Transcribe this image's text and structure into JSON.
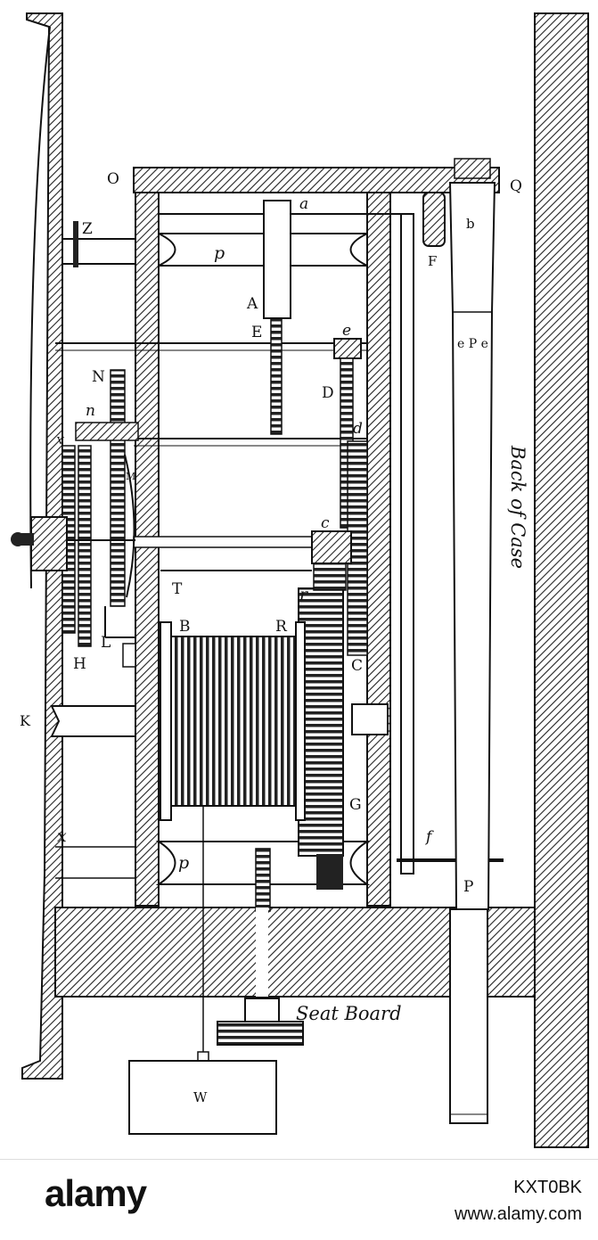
{
  "labels": {
    "O": "O",
    "Q": "Q",
    "a": "a",
    "Z": "Z",
    "p_top": "p",
    "A": "A",
    "E": "E",
    "e": "e",
    "D": "D",
    "F": "F",
    "b": "b",
    "ePe": "e P e",
    "N": "N",
    "n": "n",
    "d": "d",
    "V": "V",
    "M": "M",
    "c": "c",
    "T": "T",
    "r": "r",
    "B": "B",
    "R": "R",
    "L": "L",
    "H": "H",
    "C": "C",
    "K": "K",
    "G": "G",
    "x": "x",
    "f": "f",
    "p_bottom": "p",
    "P": "P",
    "W": "W"
  },
  "captions": {
    "back_of_case": "Back of Case",
    "seat_board": "Seat Board"
  },
  "footer": {
    "brand": "alamy",
    "image_id": "KXT0BK",
    "site": "www.alamy.com"
  }
}
